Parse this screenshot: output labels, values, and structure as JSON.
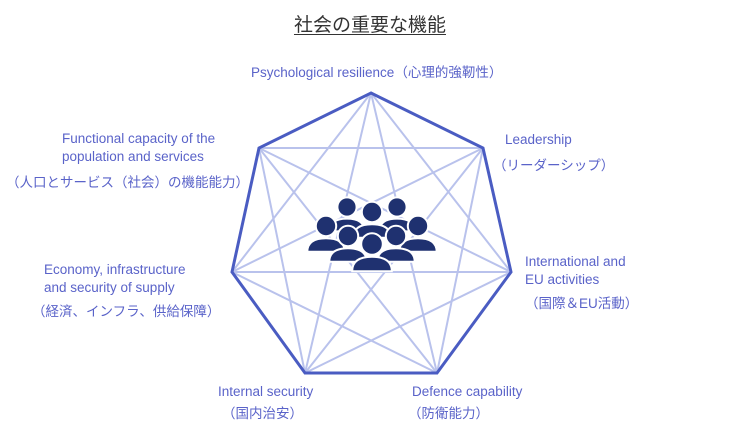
{
  "title": "社会の重要な機能",
  "colors": {
    "outline": "#4a5cc2",
    "inner": "#b9c2ec",
    "text": "#5a63c9",
    "icon": "#1f3170"
  },
  "icon": "people-group-icon",
  "functions": [
    {
      "en": "Psychological resilience",
      "ja": "（心理的強靭性）"
    },
    {
      "en": "Leadership",
      "ja": "（リーダーシップ）"
    },
    {
      "en1": "International and",
      "en2": "EU activities",
      "ja": "（国際＆EU活動）"
    },
    {
      "en": "Defence capability",
      "ja": "（防衛能力）"
    },
    {
      "en": "Internal security",
      "ja": "（国内治安）"
    },
    {
      "en1": "Economy, infrastructure",
      "en2": "and security of supply",
      "ja": "（経済、インフラ、供給保障）"
    },
    {
      "en1": "Functional capacity of the",
      "en2": "population and services",
      "ja": "（人口とサービス（社会）の機能能力）"
    }
  ]
}
